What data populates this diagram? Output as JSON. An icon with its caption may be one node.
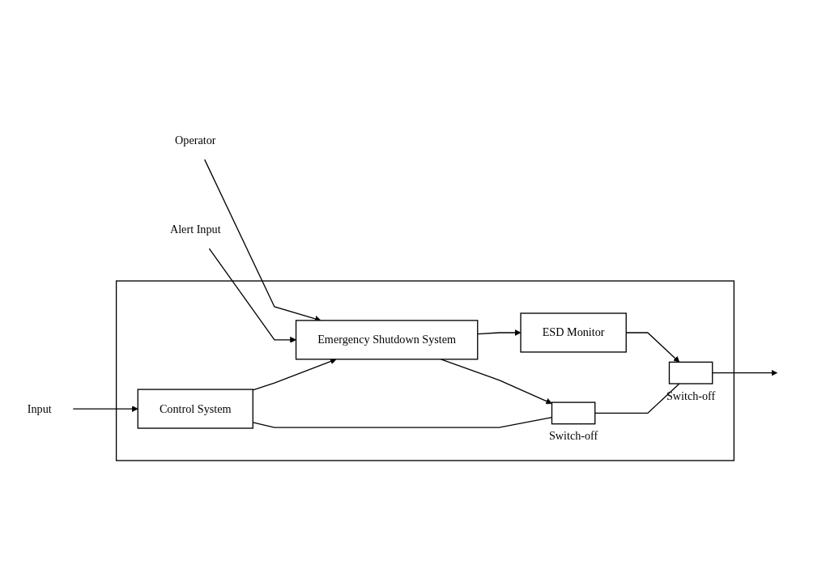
{
  "diagram": {
    "nodes": [
      {
        "text": [],
        "shape": "box"
      },
      {
        "text": [
          "Operator"
        ]
      },
      {
        "text": [
          "ESD Monitor"
        ],
        "in": 0
      },
      {
        "text": [
          "Emergency Shutdown System"
        ],
        "in": 0
      },
      {
        "text": [
          "Alert Input"
        ]
      },
      {
        "text": [
          "Input"
        ]
      },
      {
        "text": [
          "Control System"
        ],
        "in": 0
      },
      {
        "text": [],
        "shape": "box",
        "in": 0,
        "beside": [
          "Switch-off"
        ]
      },
      {
        "text": [],
        "shape": "box",
        "in": 0,
        "beside": [
          "Switch-off"
        ]
      }
    ],
    "edges": [
      {
        "from": 1,
        "to": 3,
        "arrow": "to"
      },
      {
        "from": 4,
        "to": 3,
        "arrow": "to"
      },
      {
        "from": 5,
        "to": 6,
        "arrow": "to"
      },
      {
        "from": 6,
        "to": 3,
        "arrow": "to"
      },
      {
        "from": 3,
        "to": 2,
        "arrow": "to"
      },
      {
        "from": 2,
        "to": 8,
        "arrow": "to"
      },
      {
        "from": 3,
        "to": 7,
        "arrow": "to"
      },
      {
        "from": 6,
        "to": 7,
        "arrow": "none"
      },
      {
        "from": 7,
        "to": 8,
        "arrow": "none"
      },
      {
        "from": 8,
        "to": null,
        "arrow": "to"
      }
    ]
  }
}
